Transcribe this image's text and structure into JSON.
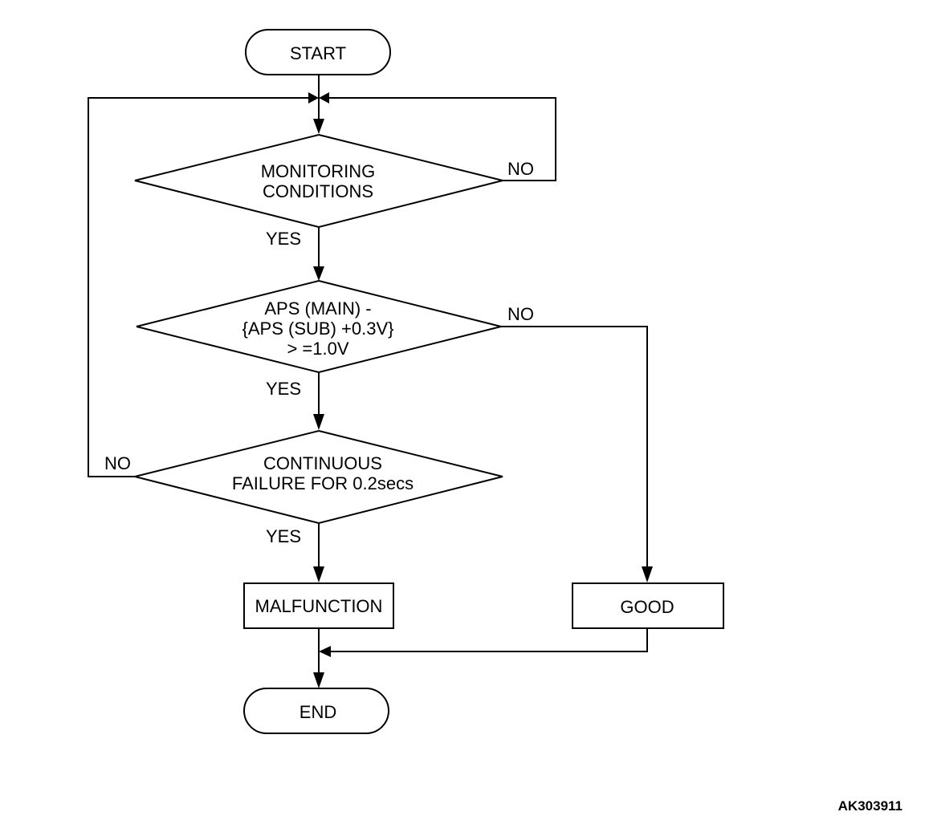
{
  "nodes": {
    "start": "START",
    "monitoring": [
      "MONITORING",
      "CONDITIONS"
    ],
    "aps_check": [
      "APS (MAIN) -",
      "{APS (SUB) +0.3V}",
      "> =1.0V"
    ],
    "continuous": [
      "CONTINUOUS",
      "FAILURE FOR 0.2secs"
    ],
    "malfunction": "MALFUNCTION",
    "good": "GOOD",
    "end": "END"
  },
  "edge_labels": {
    "monitoring_no": "NO",
    "monitoring_yes": "YES",
    "aps_no": "NO",
    "aps_yes": "YES",
    "continuous_no": "NO",
    "continuous_yes": "YES"
  },
  "figure_id": "AK303911"
}
